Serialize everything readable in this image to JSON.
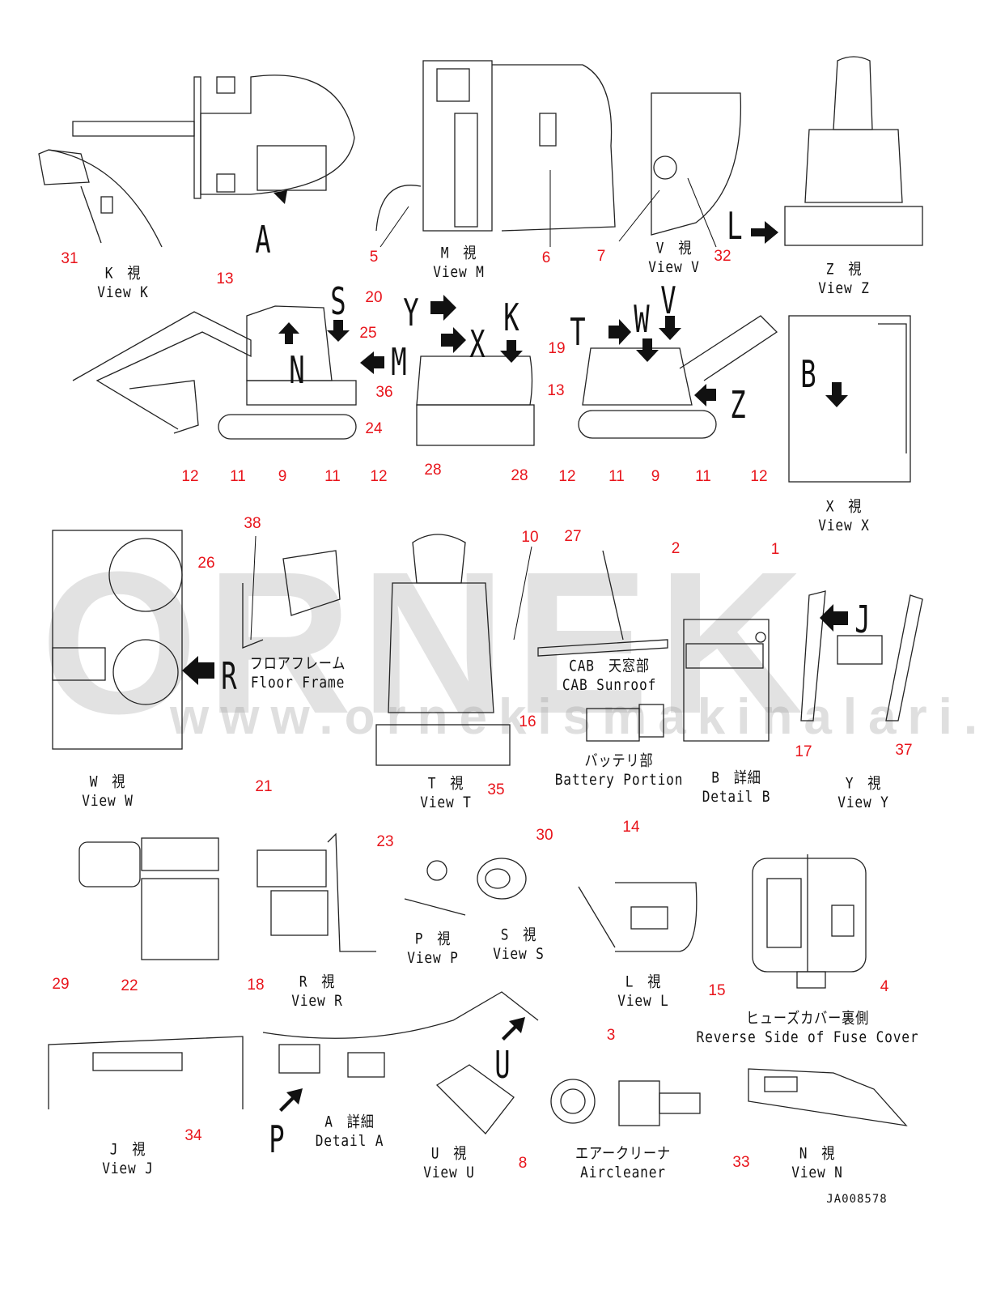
{
  "watermark": {
    "brand": "ORNEK",
    "url": "www.ornekismakinalari.com.tr"
  },
  "document_code": "JA008578",
  "views": [
    {
      "jp": "K　視",
      "en": "View K"
    },
    {
      "jp": "M　視",
      "en": "View M"
    },
    {
      "jp": "V　視",
      "en": "View V"
    },
    {
      "jp": "Z　視",
      "en": "View Z"
    },
    {
      "jp": "X　視",
      "en": "View X"
    },
    {
      "jp": "フロアフレーム",
      "en": "Floor Frame"
    },
    {
      "jp": "CAB　天窓部",
      "en": "CAB Sunroof"
    },
    {
      "jp": "W　視",
      "en": "View W"
    },
    {
      "jp": "T　視",
      "en": "View T"
    },
    {
      "jp": "バッテリ部",
      "en": "Battery Portion"
    },
    {
      "jp": "B　詳細",
      "en": "Detail B"
    },
    {
      "jp": "Y　視",
      "en": "View Y"
    },
    {
      "jp": "P　視",
      "en": "View P"
    },
    {
      "jp": "S　視",
      "en": "View S"
    },
    {
      "jp": "R　視",
      "en": "View R"
    },
    {
      "jp": "L　視",
      "en": "View L"
    },
    {
      "jp": "ヒューズカバー裏側",
      "en": "Reverse Side of Fuse Cover"
    },
    {
      "jp": "J　視",
      "en": "View J"
    },
    {
      "jp": "A　詳細",
      "en": "Detail A"
    },
    {
      "jp": "U　視",
      "en": "View U"
    },
    {
      "jp": "エアークリーナ",
      "en": "Aircleaner"
    },
    {
      "jp": "N　視",
      "en": "View N"
    }
  ],
  "view_letters": [
    "A",
    "L",
    "S",
    "Y",
    "K",
    "T",
    "W",
    "V",
    "N",
    "M",
    "X",
    "Z",
    "B",
    "R",
    "J",
    "U",
    "P"
  ],
  "callouts": [
    "31",
    "5",
    "6",
    "7",
    "32",
    "13",
    "20",
    "25",
    "36",
    "24",
    "19",
    "13",
    "12",
    "11",
    "9",
    "11",
    "12",
    "28",
    "28",
    "12",
    "11",
    "9",
    "11",
    "12",
    "38",
    "26",
    "10",
    "27",
    "2",
    "1",
    "16",
    "17",
    "37",
    "35",
    "21",
    "23",
    "30",
    "14",
    "29",
    "22",
    "15",
    "4",
    "18",
    "3",
    "34",
    "8",
    "33"
  ]
}
